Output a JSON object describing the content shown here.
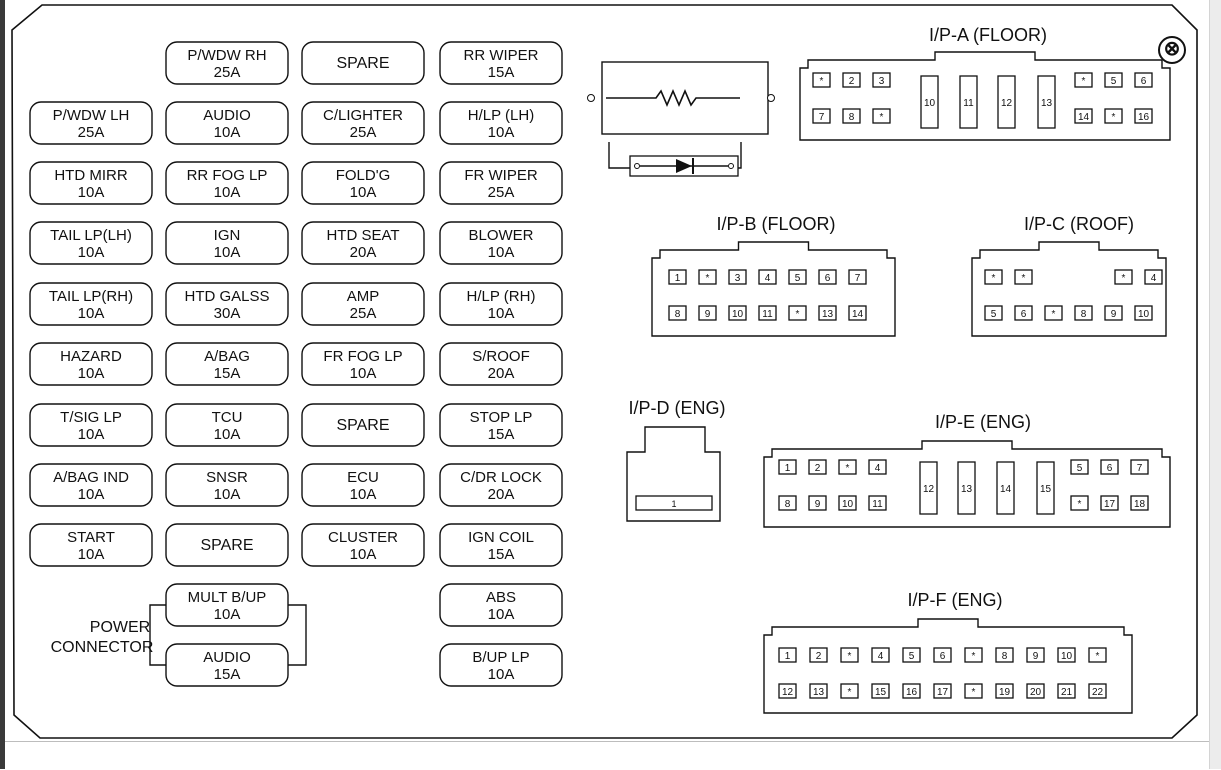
{
  "fuses": [
    [
      "P/WDW RH",
      "25A"
    ],
    [
      "SPARE",
      ""
    ],
    [
      "RR WIPER",
      "15A"
    ],
    [
      "P/WDW LH",
      "25A"
    ],
    [
      "AUDIO",
      "10A"
    ],
    [
      "C/LIGHTER",
      "25A"
    ],
    [
      "H/LP (LH)",
      "10A"
    ],
    [
      "HTD MIRR",
      "10A"
    ],
    [
      "RR FOG LP",
      "10A"
    ],
    [
      "FOLD'G",
      "10A"
    ],
    [
      "FR WIPER",
      "25A"
    ],
    [
      "TAIL LP(LH)",
      "10A"
    ],
    [
      "IGN",
      "10A"
    ],
    [
      "HTD SEAT",
      "20A"
    ],
    [
      "BLOWER",
      "10A"
    ],
    [
      "TAIL LP(RH)",
      "10A"
    ],
    [
      "HTD GALSS",
      "30A"
    ],
    [
      "AMP",
      "25A"
    ],
    [
      "H/LP (RH)",
      "10A"
    ],
    [
      "HAZARD",
      "10A"
    ],
    [
      "A/BAG",
      "15A"
    ],
    [
      "FR FOG LP",
      "10A"
    ],
    [
      "S/ROOF",
      "20A"
    ],
    [
      "T/SIG LP",
      "10A"
    ],
    [
      "TCU",
      "10A"
    ],
    [
      "SPARE",
      ""
    ],
    [
      "STOP LP",
      "15A"
    ],
    [
      "A/BAG IND",
      "10A"
    ],
    [
      "SNSR",
      "10A"
    ],
    [
      "ECU",
      "10A"
    ],
    [
      "C/DR LOCK",
      "20A"
    ],
    [
      "START",
      "10A"
    ],
    [
      "SPARE",
      ""
    ],
    [
      "CLUSTER",
      "10A"
    ],
    [
      "IGN COIL",
      "15A"
    ],
    [
      "MULT B/UP",
      "10A"
    ],
    [
      "ABS",
      "10A"
    ],
    [
      "AUDIO",
      "15A"
    ],
    [
      "B/UP LP",
      "10A"
    ]
  ],
  "power_connector": [
    "POWER",
    "CONNECTOR"
  ],
  "connectors": {
    "ipa": {
      "title": "I/P-A  (FLOOR)",
      "row1_left": [
        "*",
        "2",
        "3"
      ],
      "row1_right": [
        "*",
        "5",
        "6"
      ],
      "row2_left": [
        "7",
        "8",
        "*"
      ],
      "row2_right": [
        "14",
        "*",
        "16"
      ],
      "tall": [
        "10",
        "11",
        "12",
        "13"
      ]
    },
    "ipb": {
      "title": "I/P-B  (FLOOR)",
      "row1": [
        "1",
        "*",
        "3",
        "4",
        "5",
        "6",
        "7"
      ],
      "row2": [
        "8",
        "9",
        "10",
        "11",
        "*",
        "13",
        "14"
      ]
    },
    "ipc": {
      "title": "I/P-C  (ROOF)",
      "row1_left": [
        "*",
        "*"
      ],
      "row1_right": [
        "*",
        "4"
      ],
      "row2": [
        "5",
        "6",
        "*",
        "8",
        "9",
        "10"
      ]
    },
    "ipd": {
      "title": "I/P-D  (ENG)",
      "pin": "1"
    },
    "ipe": {
      "title": "I/P-E  (ENG)",
      "row1_left": [
        "1",
        "2",
        "*",
        "4"
      ],
      "row1_right": [
        "5",
        "6",
        "7"
      ],
      "row2_left": [
        "8",
        "9",
        "10",
        "11"
      ],
      "row2_right": [
        "*",
        "17",
        "18"
      ],
      "tall": [
        "12",
        "13",
        "14",
        "15"
      ]
    },
    "ipf": {
      "title": "I/P-F  (ENG)",
      "row1": [
        "1",
        "2",
        "*",
        "4",
        "5",
        "6",
        "*",
        "8",
        "9",
        "10",
        "*"
      ],
      "row2": [
        "12",
        "13",
        "*",
        "15",
        "16",
        "17",
        "*",
        "19",
        "20",
        "21",
        "22"
      ]
    }
  },
  "close_icon": "⊗"
}
